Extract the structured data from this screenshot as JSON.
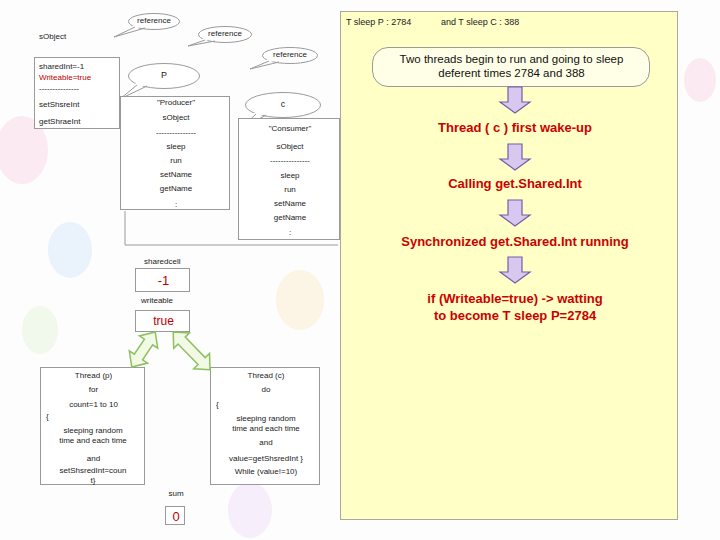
{
  "diagram": {
    "nodes": [
      {
        "text": [
          "sObject",
          "sharedInt=-1",
          "Writeable=true",
          "---------------",
          "setShsreInt",
          "getShraeInt"
        ]
      },
      {
        "text": [
          "reference"
        ]
      },
      {
        "text": [
          "reference"
        ]
      },
      {
        "text": [
          "reference"
        ]
      },
      {
        "text": [
          "P"
        ]
      },
      {
        "text": [
          "c"
        ]
      },
      {
        "text": [
          "\"Producer\"",
          "sObject",
          "---------------",
          "sleep",
          "run",
          "setName",
          "getName",
          ":"
        ]
      },
      {
        "text": [
          "\"Consumer\"",
          "sObject",
          "---------------",
          "sleep",
          "run",
          "setName",
          "getName",
          ":"
        ]
      },
      {
        "text": [
          "sharedcell",
          "-1"
        ]
      },
      {
        "text": [
          "writeable",
          "true"
        ]
      },
      {
        "text": [
          "Thread (p)",
          "for",
          "count=1 to 10",
          "{",
          "sleeping random time and each time",
          "and",
          "setShsredInt=coun t}"
        ]
      },
      {
        "text": [
          "Thread (c)",
          "do",
          "{",
          "sleeping random time and each time",
          "and",
          "value=getShsredInt }",
          "While (value!=10)"
        ]
      },
      {
        "text": [
          "sum",
          "0"
        ]
      },
      {
        "text": [
          "T sleep P : 2784",
          "and T sleep C : 388"
        ]
      },
      {
        "text": [
          "Two threads begin to run and going to sleep deferent times 2784 and 388"
        ],
        "in": 13
      }
    ],
    "edges": [
      {
        "from": 9,
        "to": 10,
        "arrow": "both"
      },
      {
        "from": 9,
        "to": 11,
        "arrow": "both"
      }
    ],
    "labels": [
      "Thread ( c ) first wake-up",
      "Calling get.Shared.Int",
      "Synchronized get.Shared.Int running",
      "if (Writeable=true) -> watting to become T sleep P=2784"
    ]
  }
}
